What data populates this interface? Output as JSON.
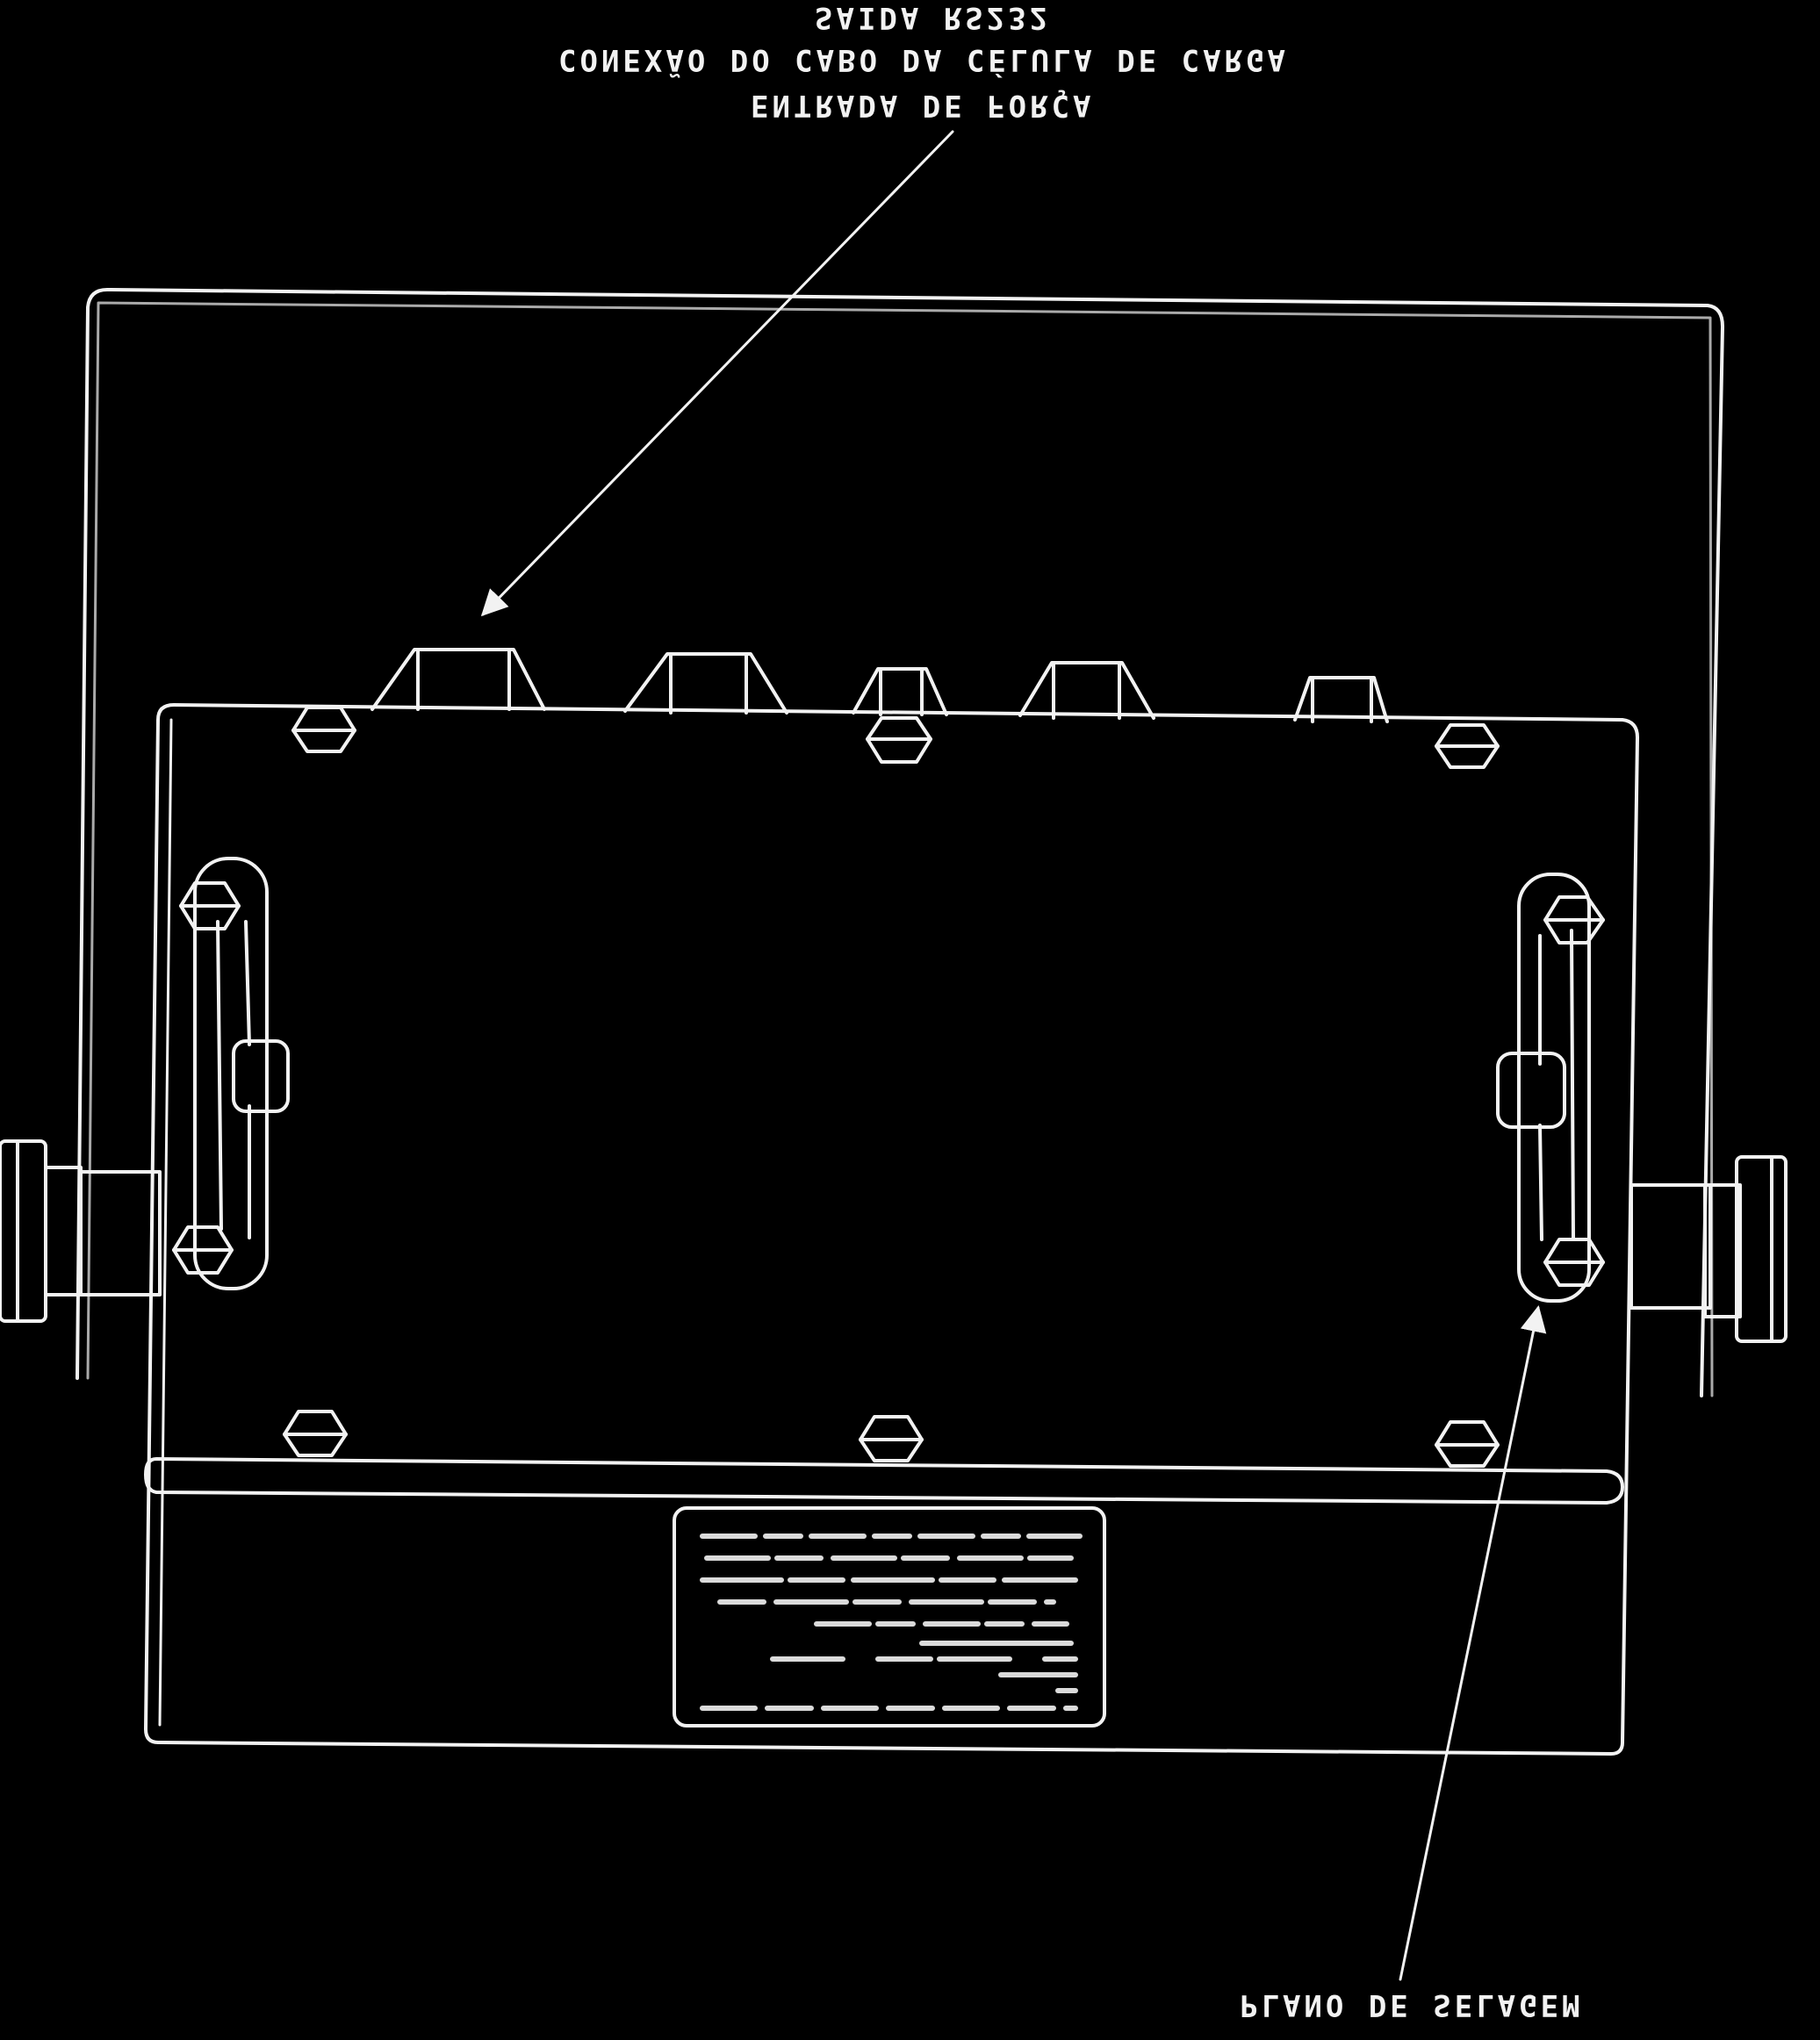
{
  "labels": {
    "saida_rs232": "SAIDA RS232",
    "conexao_cabo": "CONEXÃO DO CABO DA CÉLULA DE CARGA",
    "entrada_forca": "ENTRADA DE FORÇA",
    "plano_selagem": "PLANO DE SELAGEM"
  },
  "colors": {
    "background": "#000000",
    "line": "#f2f2f2"
  },
  "icons": {
    "callout_arrow": "arrow",
    "screw": "hex-screw",
    "knob": "mounting-knob",
    "connector": "cable-connector"
  }
}
